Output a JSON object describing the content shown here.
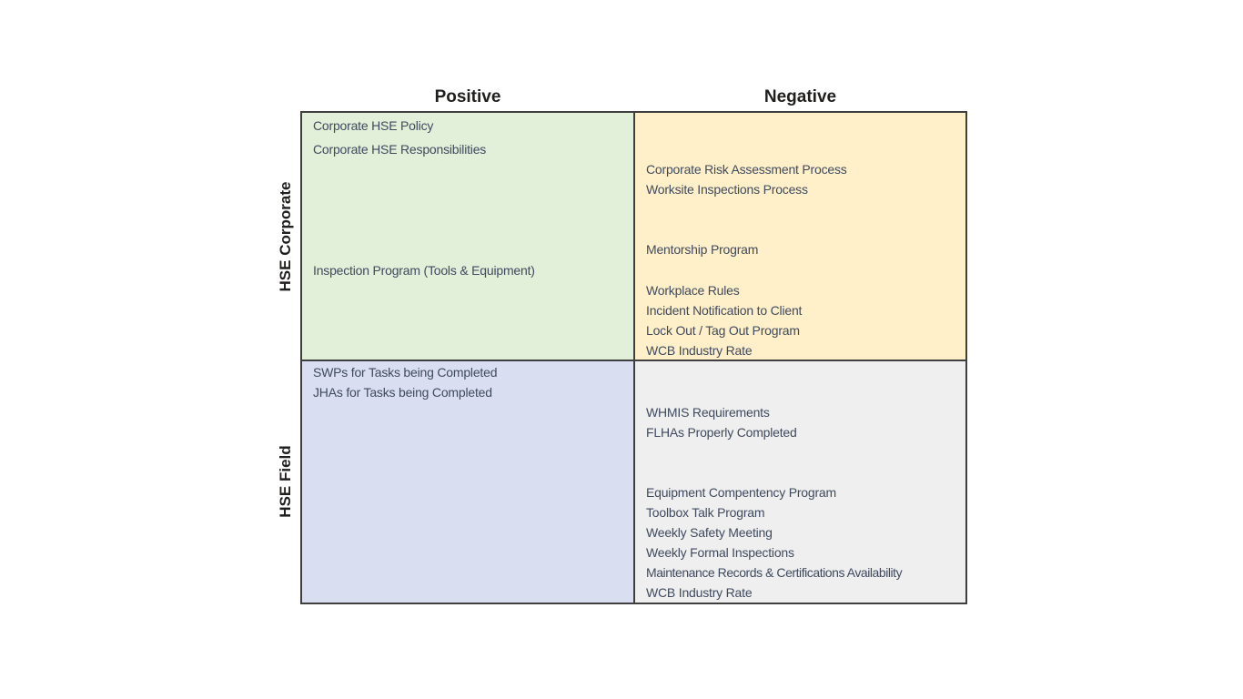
{
  "page": {
    "title": "HSE Positive / Negative Matrix",
    "background": "#ffffff"
  },
  "colors": {
    "corporate_positive_bg": "#E2EFD9",
    "corporate_negative_bg": "#FFF0C9",
    "field_positive_bg": "#D9DFF0",
    "field_negative_bg": "#EFEFEF",
    "border": "#3F3F3F",
    "text": "#3F4A5E",
    "header_text": "#201F1E"
  },
  "columns": [
    {
      "key": "positive",
      "label": "Positive"
    },
    {
      "key": "negative",
      "label": "Negative"
    }
  ],
  "rows": [
    {
      "key": "corporate",
      "label": "HSE Corporate"
    },
    {
      "key": "field",
      "label": "HSE Field"
    }
  ],
  "quadrants": {
    "corporate_positive": {
      "row": "HSE Corporate",
      "column": "Positive",
      "groups": [
        {
          "items": [
            "Corporate HSE Policy",
            "Corporate HSE Responsibilities"
          ]
        },
        {
          "items": [
            "Inspection Program (Tools & Equipment)"
          ]
        }
      ]
    },
    "corporate_negative": {
      "row": "HSE Corporate",
      "column": "Negative",
      "groups": [
        {
          "items": [
            "Corporate Risk Assessment Process",
            "Worksite Inspections Process"
          ]
        },
        {
          "items": [
            "Mentorship Program"
          ]
        },
        {
          "items": [
            "Workplace Rules",
            "Incident Notification to Client",
            "Lock Out / Tag Out Program",
            "WCB Industry Rate"
          ]
        }
      ]
    },
    "field_positive": {
      "row": "HSE Field",
      "column": "Positive",
      "groups": [
        {
          "items": [
            "SWPs for Tasks being Completed",
            "JHAs for Tasks being Completed"
          ]
        }
      ]
    },
    "field_negative": {
      "row": "HSE Field",
      "column": "Negative",
      "groups": [
        {
          "items": [
            "WHMIS Requirements",
            "FLHAs Properly Completed"
          ]
        },
        {
          "items": [
            "Equipment Compentency Program",
            "Toolbox Talk Program",
            "Weekly Safety Meeting",
            "Weekly Formal Inspections",
            "Maintenance Records & Certifications Availability",
            "WCB Industry Rate"
          ]
        }
      ]
    }
  }
}
